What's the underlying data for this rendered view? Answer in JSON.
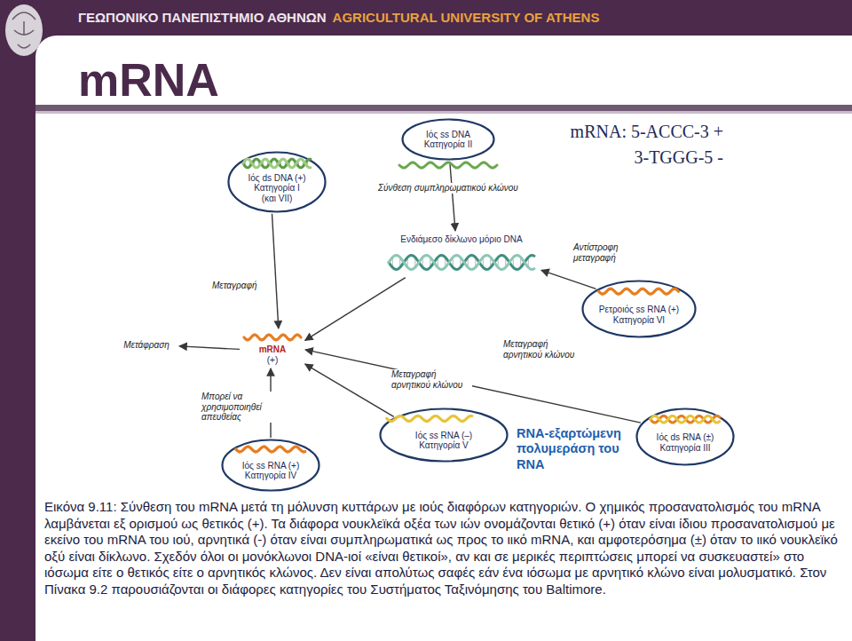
{
  "diagram": {
    "title": "mRNA",
    "caption": "Εικόνα 9.11: Σύνθεση του mRNA μετά τη μόλυνση κυττάρων με ιούς διαφόρων κατηγοριών. Ο χημικός προσανατολισμός του mRNA λαμβάνεται εξ ορισμού ως θετικός (+). Τα διάφορα νουκλεϊκά οξέα των ιών ονομάζονται θετικό (+) όταν είναι ίδιου προσανατολισμού με εκείνο του mRNA του ιού, αρνητικά (-) όταν είναι συμπληρωματικά ως προς το ιικό mRNA, και αμφοτερόσημα (±) όταν το ιικό νουκλεϊκό οξύ είναι δίκλωνο. Σχεδόν όλοι οι μονόκλωνοι DNA-ιοί «είναι θετικοί», αν και σε μερικές περιπτώσεις μπορεί να συσκευαστεί» στο ιόσωμα είτε ο θετικός είτε ο αρνητικός κλώνος. Δεν είναι απολύτως σαφές εάν ένα ιόσωμα με αρνητικό κλώνο είναι μολυσματικό. Στον Πίνακα 9.2 παρουσιάζονται οι διάφορες κατηγορίες του Συστήματος Ταξινόμησης του Baltimore.",
    "nodes": [
      {
        "text": [
          "Ιός ds DNA (+) Κατηγορία I (και VII)"
        ]
      },
      {
        "text": [
          "Ιός ss DNA Κατηγορία II"
        ]
      },
      {
        "text": [
          "Ενδιάμεσο δίκλωνο μόριο DNA"
        ]
      },
      {
        "text": [
          "mRNA",
          "(+)"
        ]
      },
      {
        "text": [
          "Μετάφραση"
        ]
      },
      {
        "text": [
          "Ρετροιός ss RNA (+) Κατηγορία VI"
        ]
      },
      {
        "text": [
          "Ιός ss RNA (–) Κατηγορία V"
        ]
      },
      {
        "text": [
          "Ιός ds RNA (±) Κατηγορία III"
        ]
      },
      {
        "text": [
          "Ιός ss RNA (+) Κατηγορία IV"
        ]
      }
    ],
    "edges": [
      {
        "from": 0,
        "to": 3,
        "arrow": "to",
        "label": "Μεταγραφή"
      },
      {
        "from": 1,
        "to": 2,
        "arrow": "to",
        "label": "Σύνθεση συμπληρωματικού κλώνου"
      },
      {
        "from": 5,
        "to": 2,
        "arrow": "to",
        "label": "Αντίστροφη μεταγραφή"
      },
      {
        "from": 2,
        "to": 3,
        "arrow": "to"
      },
      {
        "from": 3,
        "to": 4,
        "arrow": "to"
      },
      {
        "from": 6,
        "to": 3,
        "arrow": "to",
        "label": "Μεταγραφή αρνητικού κλώνου"
      },
      {
        "from": 7,
        "to": 3,
        "arrow": "to",
        "label": "Μεταγραφή αρνητικού κλώνου"
      },
      {
        "from": 8,
        "to": 3,
        "arrow": "to",
        "label": "Μπορεί να χρησιμοποιηθεί απευθείας"
      }
    ],
    "labels": [
      "ΓΕΩΠΟΝΙΚΟ ΠΑΝΕΠΙΣΤΗΜΙΟ ΑΘΗΝΩΝ",
      "AGRICULTURAL UNIVERSITY OF ATHENS",
      "mRNA: 5-ACCC-3 +",
      "3-TGGG-5 -",
      "RNA-εξαρτώμενη πολυμεράση του RNA"
    ]
  }
}
